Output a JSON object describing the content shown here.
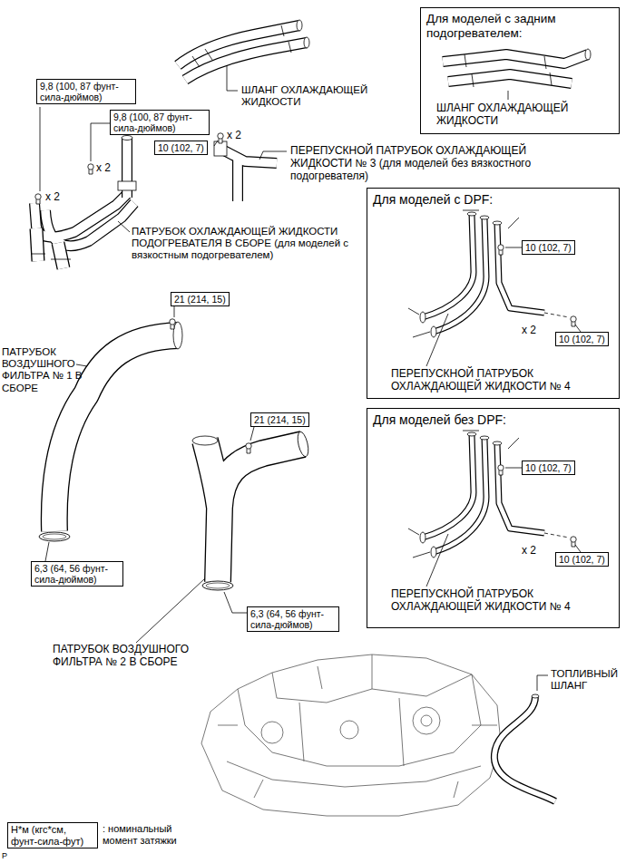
{
  "diagram": {
    "nodes": [
      {
        "text": [
          "Для моделей с задним подогревателем:",
          "ШЛАНГ ОХЛАЖДАЮЩЕЙ ЖИДКОСТИ"
        ]
      },
      {
        "text": [
          "9,8 (100, 87 фунт-сила-дюймов)"
        ]
      },
      {
        "text": [
          "9,8 (100, 87 фунт-сила-дюймов)"
        ]
      },
      {
        "text": [
          "10 (102, 7)"
        ]
      },
      {
        "text": [
          "Для моделей с DPF:",
          "ПЕРЕПУСКНОЙ ПАТРУБОК ОХЛАЖДАЮЩЕЙ ЖИДКОСТИ № 4",
          "x 2"
        ]
      },
      {
        "text": [
          "10 (102, 7)"
        ],
        "in": 4
      },
      {
        "text": [
          "10 (102, 7)"
        ],
        "in": 4
      },
      {
        "text": [
          "21 (214, 15)"
        ]
      },
      {
        "text": [
          "Для моделей без DPF:",
          "ПЕРЕПУСКНОЙ ПАТРУБОК ОХЛАЖДАЮЩЕЙ ЖИДКОСТИ № 4",
          "x 2"
        ]
      },
      {
        "text": [
          "10 (102, 7)"
        ],
        "in": 8
      },
      {
        "text": [
          "10 (102, 7)"
        ],
        "in": 8
      },
      {
        "text": [
          "21 (214, 15)"
        ]
      },
      {
        "text": [
          "6,3 (64, 56 фунт-сила-дюймов)"
        ]
      },
      {
        "text": [
          "6,3 (64, 56 фунт-сила-дюймов)"
        ]
      },
      {
        "text": [
          "Н*м (кгс*см, фунт-сила-фут)"
        ]
      }
    ],
    "labels": [
      "ШЛАНГ ОХЛАЖДАЮЩЕЙ ЖИДКОСТИ",
      "x 2",
      "x 2",
      "x 2",
      "ПЕРЕПУСКНОЙ ПАТРУБОК ОХЛАЖДАЮЩЕЙ ЖИДКОСТИ № 3 (для моделей без вязкостного подогревателя)",
      "ПАТРУБОК ОХЛАЖДАЮЩЕЙ ЖИДКОСТИ ПОДОГРЕВАТЕЛЯ В СБОРЕ (для моделей с вязкостным подогревателем)",
      "ПАТРУБОК ВОЗДУШНОГО ФИЛЬТРА № 1 В СБОРЕ",
      "ПАТРУБОК ВОЗДУШНОГО ФИЛЬТРА № 2 В СБОРЕ",
      "ТОПЛИВНЫЙ ШЛАНГ",
      "P"
    ],
    "legend": [
      {
        "text": ": номинальный момент затяжки"
      }
    ]
  }
}
